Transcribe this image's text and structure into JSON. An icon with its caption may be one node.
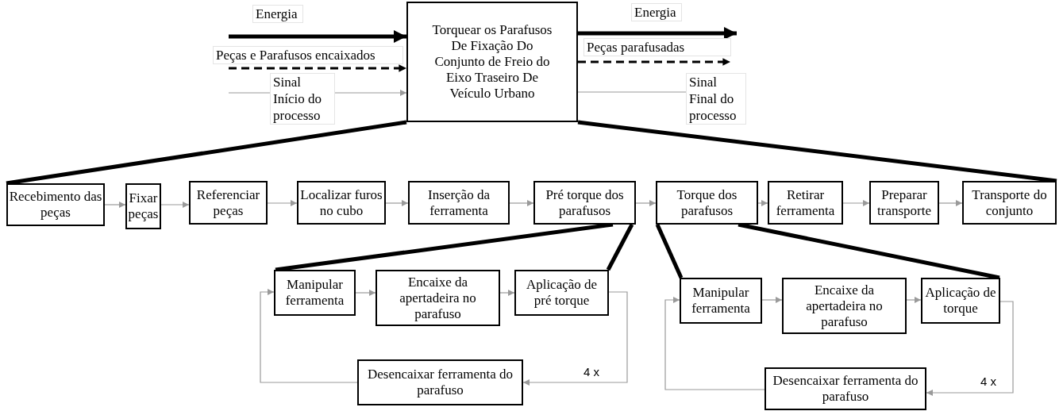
{
  "diagram": {
    "nodes": [
      {
        "text": [
          "Torquear os Parafusos De Fixação Do Conjunto de Freio do Eixo Traseiro De Veículo Urbano"
        ]
      },
      {
        "text": [
          "Recebimento das peças"
        ]
      },
      {
        "text": [
          "Fixar peças"
        ]
      },
      {
        "text": [
          "Referenciar peças"
        ]
      },
      {
        "text": [
          "Localizar furos no cubo"
        ]
      },
      {
        "text": [
          "Inserção da ferramenta"
        ]
      },
      {
        "text": [
          "Pré torque dos parafusos"
        ]
      },
      {
        "text": [
          "Torque dos parafusos"
        ]
      },
      {
        "text": [
          "Retirar ferramenta"
        ]
      },
      {
        "text": [
          "Preparar transporte"
        ]
      },
      {
        "text": [
          "Transporte do conjunto"
        ]
      },
      {
        "text": [
          "Manipular ferramenta"
        ]
      },
      {
        "text": [
          "Encaixe da apertadeira no parafuso"
        ]
      },
      {
        "text": [
          "Aplicação de pré torque"
        ]
      },
      {
        "text": [
          "Desencaixar ferramenta do parafuso"
        ]
      },
      {
        "text": [
          "Manipular ferramenta"
        ]
      },
      {
        "text": [
          "Encaixe da apertadeira no parafuso"
        ]
      },
      {
        "text": [
          "Aplicação de torque"
        ]
      },
      {
        "text": [
          "Desencaixar ferramenta do parafuso"
        ]
      }
    ],
    "edges": [
      {
        "from": null,
        "to": 0,
        "arrow": "to",
        "label": "Energia",
        "style": "thick",
        "color": "#000000"
      },
      {
        "from": null,
        "to": 0,
        "arrow": "to",
        "label": "Peças e Parafusos encaixados",
        "style": "dashed",
        "color": "#000000"
      },
      {
        "from": null,
        "to": 0,
        "arrow": "to",
        "label": "Sinal Início do processo"
      },
      {
        "from": 0,
        "to": null,
        "arrow": "to",
        "label": "Energia",
        "style": "thick",
        "color": "#000000"
      },
      {
        "from": 0,
        "to": null,
        "arrow": "to",
        "label": "Peças parafusadas",
        "style": "dashed",
        "color": "#000000"
      },
      {
        "from": 0,
        "to": null,
        "arrow": "to",
        "label": "Sinal Final do processo"
      },
      {
        "from": 0,
        "to": 1,
        "arrow": "none",
        "style": "thick",
        "color": "#000000"
      },
      {
        "from": 0,
        "to": 10,
        "arrow": "none",
        "style": "thick",
        "color": "#000000"
      },
      {
        "from": 1,
        "to": 2,
        "arrow": "to"
      },
      {
        "from": 2,
        "to": 3,
        "arrow": "to"
      },
      {
        "from": 3,
        "to": 4,
        "arrow": "to"
      },
      {
        "from": 4,
        "to": 5,
        "arrow": "to"
      },
      {
        "from": 5,
        "to": 6,
        "arrow": "to"
      },
      {
        "from": 6,
        "to": 7,
        "arrow": "to"
      },
      {
        "from": 7,
        "to": 8,
        "arrow": "to"
      },
      {
        "from": 8,
        "to": 9,
        "arrow": "to"
      },
      {
        "from": 9,
        "to": 10,
        "arrow": "to"
      },
      {
        "from": 6,
        "to": 11,
        "arrow": "none",
        "style": "thick",
        "color": "#000000"
      },
      {
        "from": 6,
        "to": 13,
        "arrow": "none",
        "style": "thick",
        "color": "#000000"
      },
      {
        "from": 11,
        "to": 12,
        "arrow": "to"
      },
      {
        "from": 12,
        "to": 13,
        "arrow": "to"
      },
      {
        "from": 13,
        "to": 14,
        "arrow": "to",
        "label": "4 x"
      },
      {
        "from": 14,
        "to": 11,
        "arrow": "to"
      },
      {
        "from": 7,
        "to": 15,
        "arrow": "none",
        "style": "thick",
        "color": "#000000"
      },
      {
        "from": 7,
        "to": 17,
        "arrow": "none",
        "style": "thick",
        "color": "#000000"
      },
      {
        "from": 15,
        "to": 16,
        "arrow": "to"
      },
      {
        "from": 16,
        "to": 17,
        "arrow": "to"
      },
      {
        "from": 17,
        "to": 18,
        "arrow": "to",
        "label": "4 x"
      },
      {
        "from": 18,
        "to": 15,
        "arrow": "to"
      }
    ]
  }
}
